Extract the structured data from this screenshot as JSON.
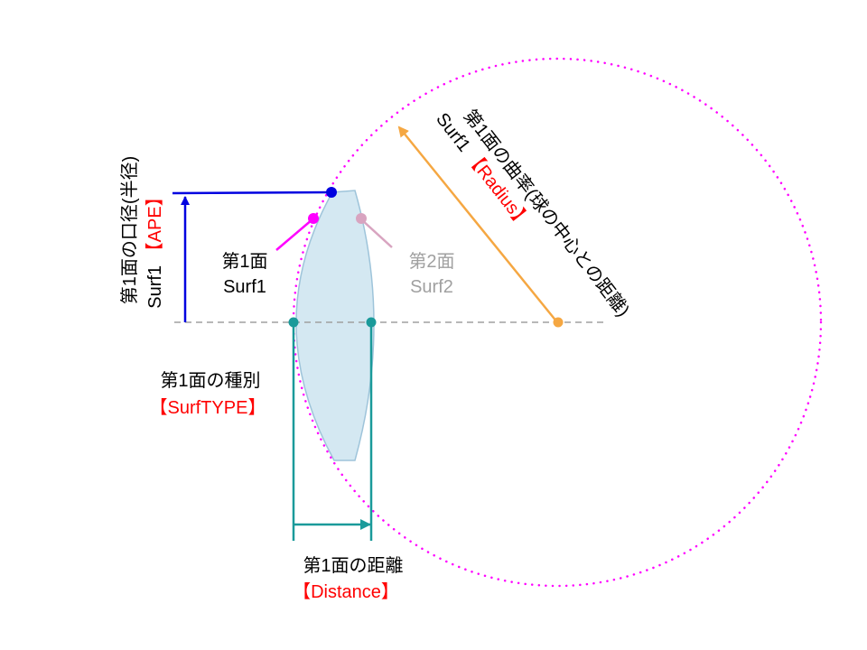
{
  "surf1": {
    "line1": "第1面",
    "line2": "Surf1"
  },
  "surf2": {
    "line1": "第2面",
    "line2": "Surf2"
  },
  "aperture": {
    "line1": "第1面の口径(半径)",
    "line2_prefix": "Surf1",
    "line2_key": "【APE】"
  },
  "radius": {
    "line1": "第1面の曲率(球の中心との距離)",
    "line2_prefix": "Surf1",
    "line2_key": "【Radius】"
  },
  "surf_type": {
    "line1": "第1面の種別",
    "line2": "【SurfTYPE】"
  },
  "distance": {
    "line1": "第1面の距離",
    "line2": "【Distance】"
  },
  "colors": {
    "aperture": "#0000e0",
    "radius": "#f5a742",
    "surf1": "#ff00ff",
    "surf2": "#d8a4c0",
    "distance": "#1a9a9a",
    "lens_fill": "#d4e8f2",
    "lens_stroke": "#9ec4da",
    "axis": "#a0a0a0",
    "key_text": "#ff0000"
  }
}
